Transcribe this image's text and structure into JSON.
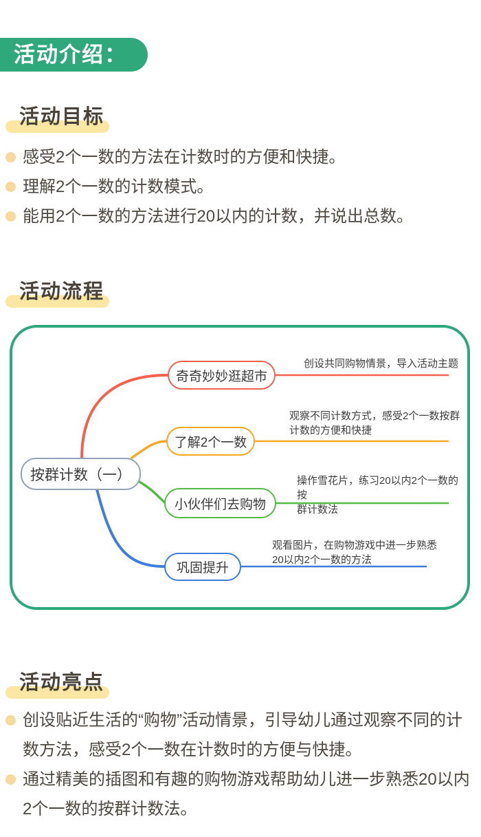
{
  "page": {
    "badge": "活动介绍："
  },
  "sections": {
    "goals": {
      "title": "活动目标",
      "bullets": [
        "感受2个一数的方法在计数时的方便和快捷。",
        "理解2个一数的计数模式。",
        "能用2个一数的方法进行20以内的计数，并说出总数。"
      ]
    },
    "flow": {
      "title": "活动流程",
      "mindmap": {
        "root": "按群计数（一）",
        "branches": [
          {
            "label": "奇奇妙妙逛超市",
            "note": "创设共同购物情景，导入活动主题",
            "color": "#f4624e"
          },
          {
            "label": "了解2个一数",
            "note": "观察不同计数方式，感受2个一数按群\n计数的方便和快捷",
            "color": "#f7a823"
          },
          {
            "label": "小伙伴们去购物",
            "note": "操作雪花片，练习20以内2个一数的按\n群计数法",
            "color": "#55bb47"
          },
          {
            "label": "巩固提升",
            "note": "观看图片，在购物游戏中进一步熟悉\n20以内2个一数的方法",
            "color": "#3e7dda"
          }
        ]
      }
    },
    "highlights": {
      "title": "活动亮点",
      "bullets": [
        "创设贴近生活的“购物”活动情景，引导幼儿通过观察不同的计数方法，感受2个一数在计数时的方便与快捷。",
        "通过精美的插图和有趣的购物游戏帮助幼儿进一步熟悉20以内2个一数的按群计数法。"
      ]
    }
  },
  "colors": {
    "badge_green": "#2fa87c",
    "mindmap_border_green": "#2ba87c",
    "highlight_yellow": "#fbe7a3",
    "bullet_dot": "#f7d89d",
    "root_node_border": "#93a0b5",
    "branch_red": "#f4624e",
    "branch_amber": "#f7a823",
    "branch_green": "#55bb47",
    "branch_blue": "#3e7dda",
    "heading_text": "#49423b",
    "body_text": "#4e4840"
  }
}
